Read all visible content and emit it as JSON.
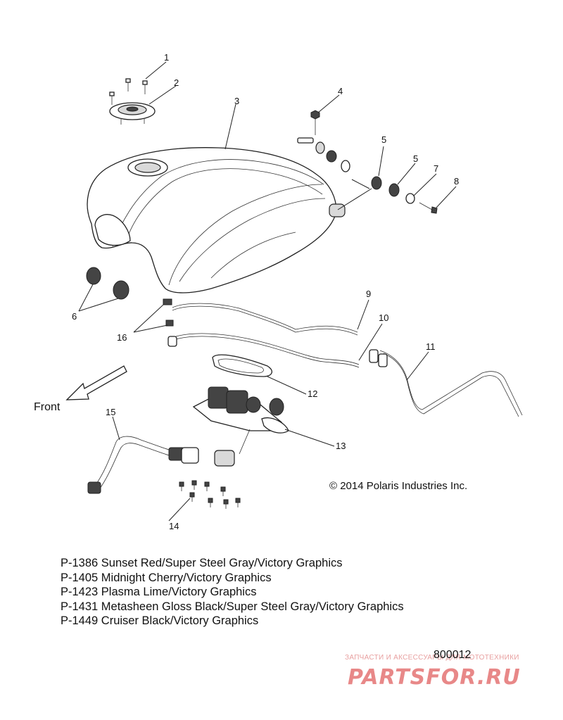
{
  "callouts": [
    "1",
    "2",
    "3",
    "4",
    "5",
    "5",
    "6",
    "7",
    "8",
    "9",
    "10",
    "11",
    "12",
    "13",
    "14",
    "15",
    "16"
  ],
  "front_label": "Front",
  "copyright": "© 2014 Polaris Industries Inc.",
  "models": [
    "P-1386 Sunset Red/Super Steel Gray/Victory Graphics",
    "P-1405 Midnight Cherry/Victory Graphics",
    "P-1423 Plasma Lime/Victory Graphics",
    "P-1431 Metasheen Gloss Black/Super Steel Gray/Victory Graphics",
    "P-1449 Cruiser Black/Victory Graphics"
  ],
  "figure_id": "800012",
  "watermark": {
    "tagline": "ЗАПЧАСТИ И АКСЕССУАРЫ ДЛЯ МОТОТЕХНИКИ",
    "logo": "PARTSFOR.RU",
    "color": "#e06060"
  }
}
